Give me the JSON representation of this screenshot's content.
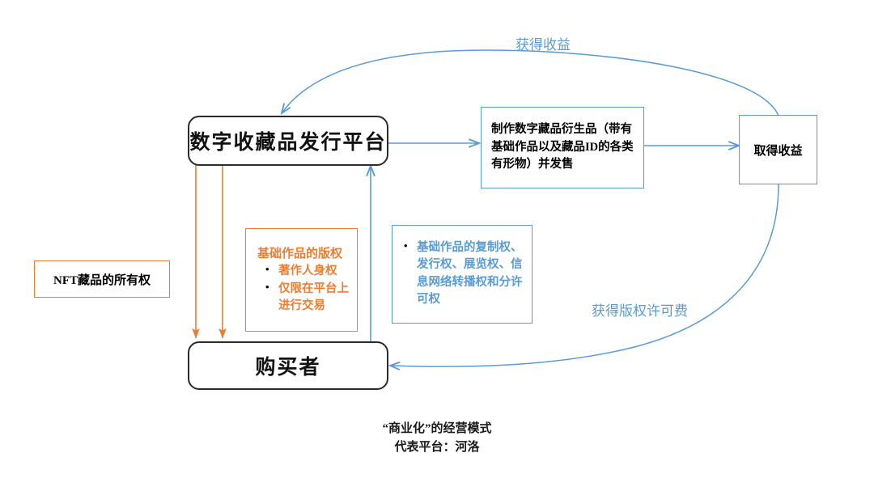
{
  "diagram": {
    "nodes": {
      "platform": {
        "label": "数字收藏品发行平台"
      },
      "buyer": {
        "label": "购买者"
      },
      "derivative": {
        "label": "制作数字藏品衍生品（带有基础作品以及藏品ID的各类有形物）并发售"
      },
      "revenue": {
        "label": "取得收益"
      },
      "nft_ownership": {
        "label": "NFT藏品的所有权"
      },
      "copyright_orange": {
        "title": "基础作品的版权",
        "bullets": [
          "著作人身权",
          "仅限在平台上进行交易"
        ]
      },
      "rights_blue": {
        "bullets": [
          "基础作品的复制权、发行权、展览权、信息网络转播权和分许可权"
        ]
      }
    },
    "edge_labels": {
      "top_revenue": "获得收益",
      "license_fee": "获得版权许可费"
    },
    "caption": {
      "line1": "“商业化”的经营模式",
      "line2": "代表平台：河洛"
    },
    "colors": {
      "blue": "#5b9bd5",
      "orange": "#ed7d31",
      "black": "#2b2b2b"
    }
  }
}
